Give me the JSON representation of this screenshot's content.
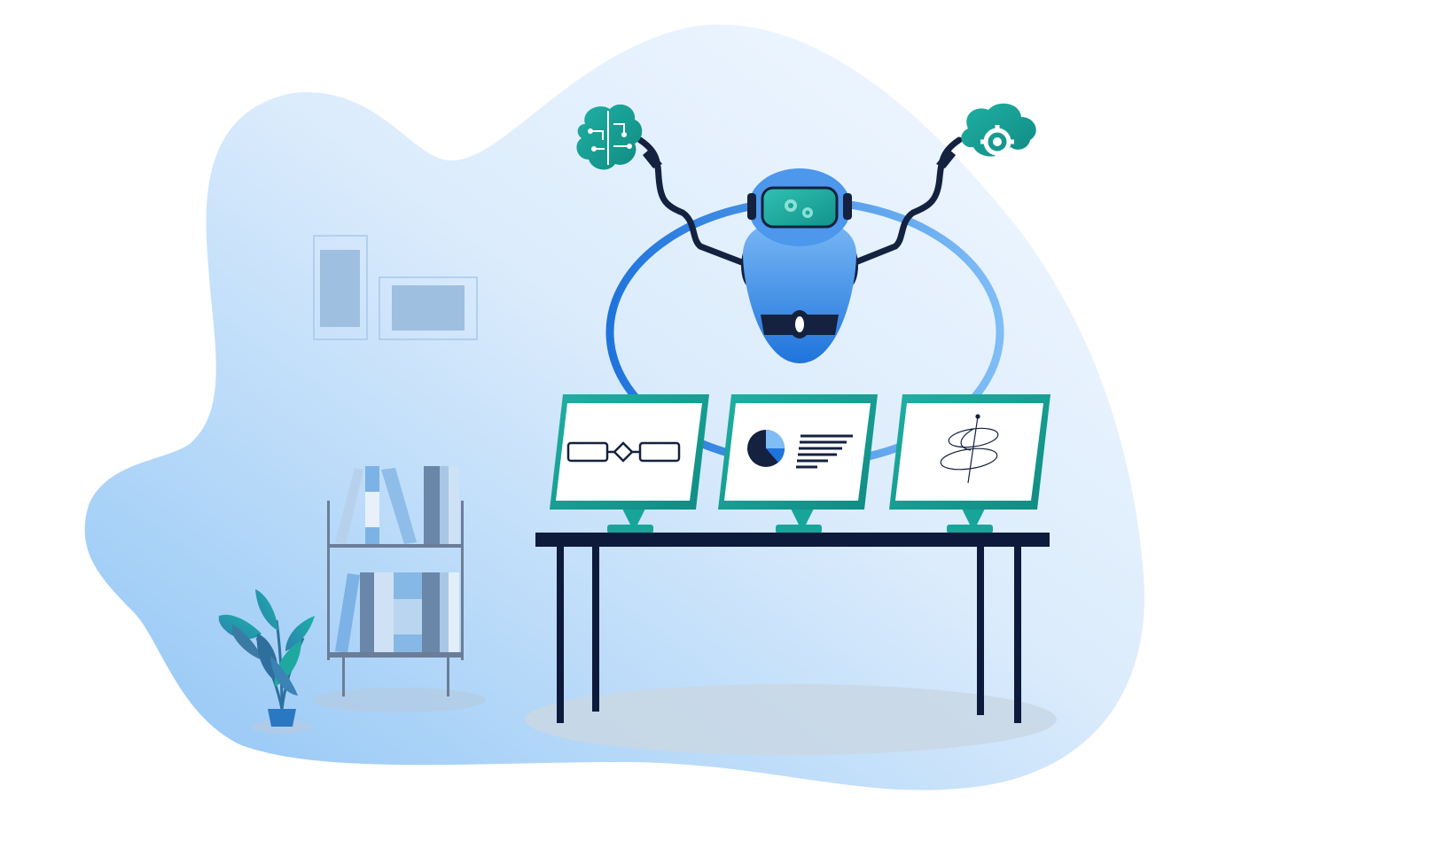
{
  "scene": {
    "subject": "robot-with-three-monitors-illustration",
    "colors": {
      "background": "#ffffff",
      "blob_light": "#f4f9ff",
      "blob_dark": "#8ec4f5",
      "accent_blue": "#1f74dc",
      "light_blue": "#7fbdf6",
      "teal": "#17a59a",
      "teal_dark": "#108b83",
      "navy": "#0e1a3b",
      "frame_outline": "#a8c7ea",
      "frame_fill": "#9ebfe0",
      "shadow": "#c9d7e4"
    },
    "icons": [
      "brain-circuit-icon",
      "cloud-gear-icon",
      "gears-icon",
      "flowchart-icon",
      "pie-chart-icon",
      "orbit-icon",
      "plant-icon",
      "bookshelf-icon",
      "picture-frame-icon"
    ],
    "monitors": [
      {
        "screen": "flowchart"
      },
      {
        "screen": "pie-chart-with-text-lines"
      },
      {
        "screen": "orbit-diagram"
      }
    ]
  }
}
